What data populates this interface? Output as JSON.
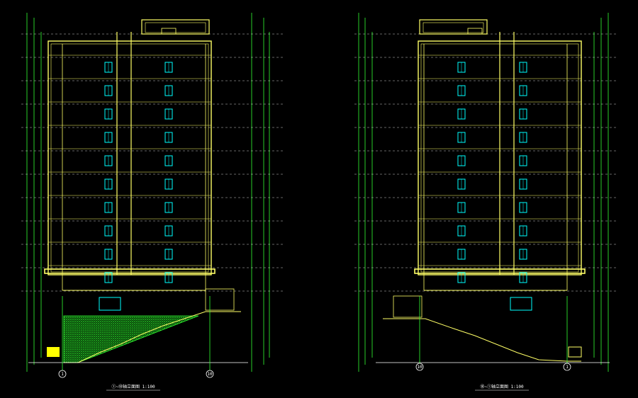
{
  "drawing": {
    "background": "#000000",
    "colors": {
      "building": "#ffff66",
      "window": "#00ffff",
      "dimension": "#33ff33",
      "text": "#ffffff",
      "hatch": "#22cc22",
      "axis_bubble": "#ffffff"
    }
  },
  "elevations": [
    {
      "id": "left",
      "title": "①~⑩轴立面图 1:100",
      "axis_left": "1",
      "axis_right": "10"
    },
    {
      "id": "right",
      "title": "⑩~①轴立面图 1:100",
      "axis_left": "10",
      "axis_right": "1"
    }
  ]
}
